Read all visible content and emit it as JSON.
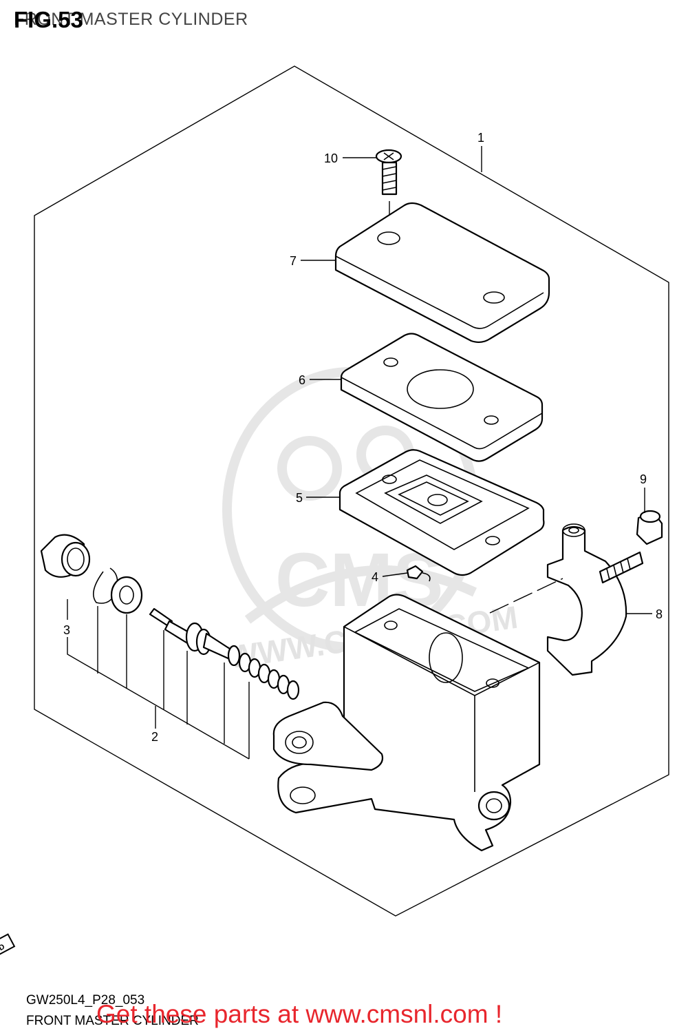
{
  "header": {
    "subtitle": "FRONT MASTER CYLINDER",
    "figure": "FIG.53"
  },
  "callouts": [
    "1",
    "2",
    "3",
    "4",
    "5",
    "6",
    "7",
    "8",
    "9",
    "10"
  ],
  "direction_marker": "FWD",
  "watermark": {
    "text": "WWW.CMSNL.COM",
    "logo_text": "CMS"
  },
  "footer": {
    "code": "GW250L4_P28_053",
    "title": "FRONT MASTER CYLINDER",
    "promo": "Get these parts at www.cmsnl.com !"
  },
  "colors": {
    "promo": "#e8262d",
    "lines": "#000000",
    "watermark": "#e3e3e3"
  }
}
